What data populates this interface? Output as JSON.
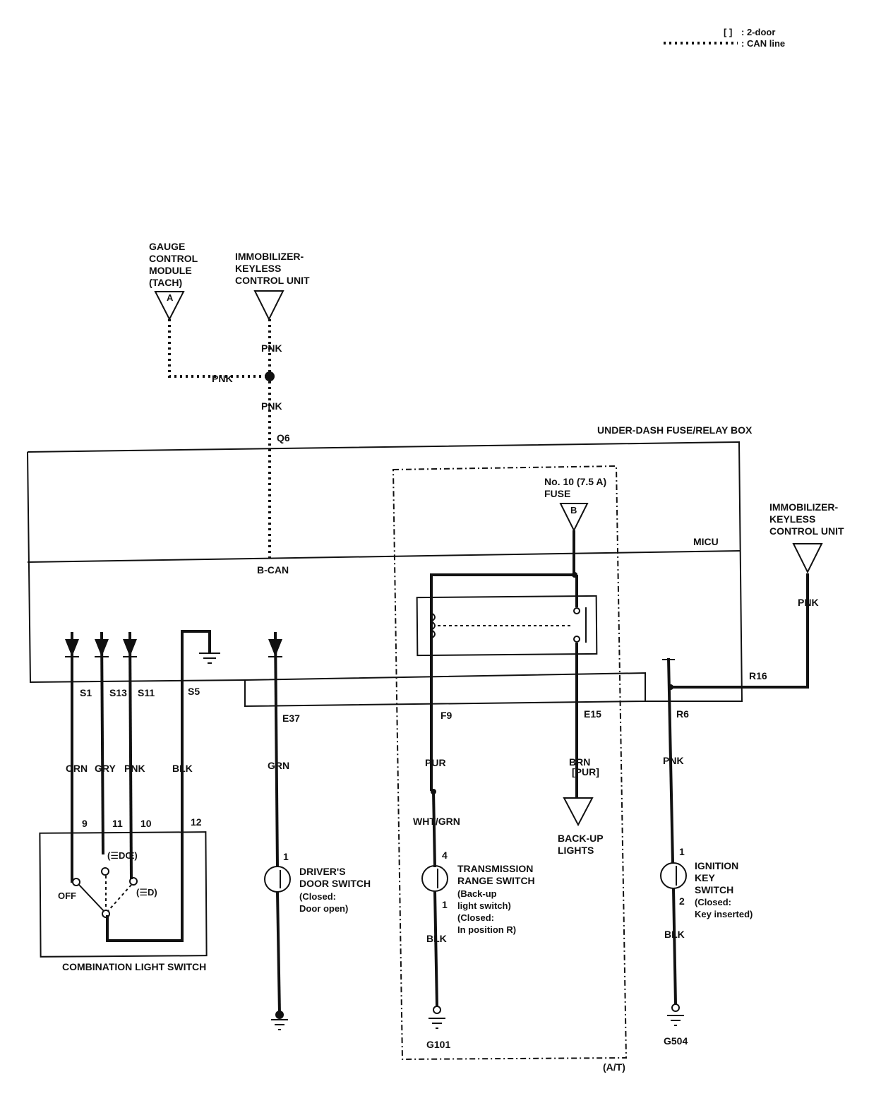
{
  "legend": {
    "bracket_symbol": "[ ]",
    "bracket_meaning": ": 2-door",
    "can_meaning": ": CAN line"
  },
  "components": {
    "gauge_control_module": [
      "GAUGE",
      "CONTROL",
      "MODULE",
      "(TACH)"
    ],
    "gauge_connector": "A",
    "immobilizer_top": [
      "IMMOBILIZER-",
      "KEYLESS",
      "CONTROL UNIT"
    ],
    "immobilizer_right": [
      "IMMOBILIZER-",
      "KEYLESS",
      "CONTROL UNIT"
    ],
    "under_dash_box": "UNDER-DASH FUSE/RELAY BOX",
    "micu": "MICU",
    "bcan": "B-CAN",
    "fuse": [
      "No. 10 (7.5 A)",
      "FUSE"
    ],
    "fuse_connector": "B",
    "back_up_lights": [
      "BACK-UP",
      "LIGHTS"
    ],
    "combination_light_switch": "COMBINATION LIGHT SWITCH",
    "switch_off": "OFF",
    "switch_pos_1": "(☰DŒ)",
    "switch_pos_2": "(☰D)",
    "drivers_door_switch": [
      "DRIVER'S",
      "DOOR SWITCH",
      "(Closed:",
      "Door open)"
    ],
    "transmission_range_switch": [
      "TRANSMISSION",
      "RANGE SWITCH",
      "(Back-up",
      "light switch)",
      "(Closed:",
      "In position R)"
    ],
    "ignition_key_switch": [
      "IGNITION",
      "KEY",
      "SWITCH",
      "(Closed:",
      "Key inserted)"
    ],
    "at_label": "(A/T)"
  },
  "wires": {
    "pnk_left": "PNK",
    "pnk_top": "PNK",
    "pnk_mid": "PNK",
    "pnk_right": "PNK",
    "orn": "ORN",
    "gry": "GRY",
    "pnk_sw": "PNK",
    "blk_sw": "BLK",
    "grn": "GRN",
    "pur": "PUR",
    "wht_grn": "WHT/GRN",
    "blk_trs": "BLK",
    "brn": "BRN",
    "brn_alt": "[PUR]",
    "pnk_ign": "PNK",
    "blk_ign": "BLK"
  },
  "connectors": {
    "q6": "Q6",
    "s1": "S1",
    "s13": "S13",
    "s11": "S11",
    "s5": "S5",
    "e37": "E37",
    "f9": "F9",
    "e15": "E15",
    "r6": "R6",
    "r16": "R16"
  },
  "pins": {
    "sw_9": "9",
    "sw_11": "11",
    "sw_10": "10",
    "sw_12": "12",
    "door_1": "1",
    "trs_4": "4",
    "trs_1": "1",
    "ign_1": "1",
    "ign_2": "2"
  },
  "grounds": {
    "g101": "G101",
    "g504": "G504"
  }
}
